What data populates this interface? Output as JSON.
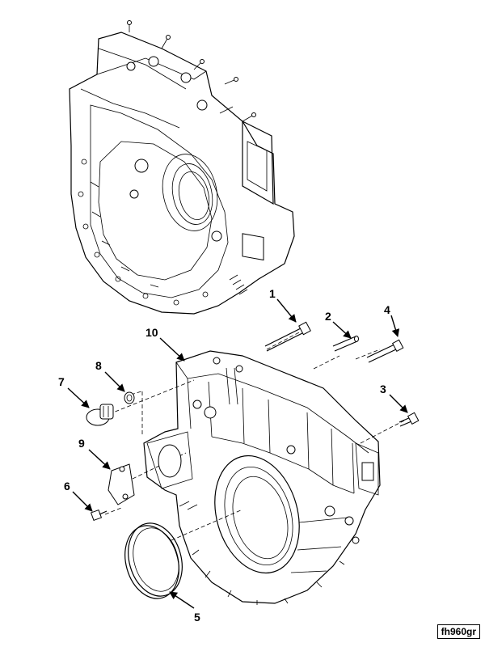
{
  "figure_id": "fh960gr",
  "callouts": [
    {
      "id": "1",
      "label": "1"
    },
    {
      "id": "2",
      "label": "2"
    },
    {
      "id": "3",
      "label": "3"
    },
    {
      "id": "4",
      "label": "4"
    },
    {
      "id": "5",
      "label": "5"
    },
    {
      "id": "6",
      "label": "6"
    },
    {
      "id": "7",
      "label": "7"
    },
    {
      "id": "8",
      "label": "8"
    },
    {
      "id": "9",
      "label": "9"
    },
    {
      "id": "10",
      "label": "10"
    }
  ]
}
